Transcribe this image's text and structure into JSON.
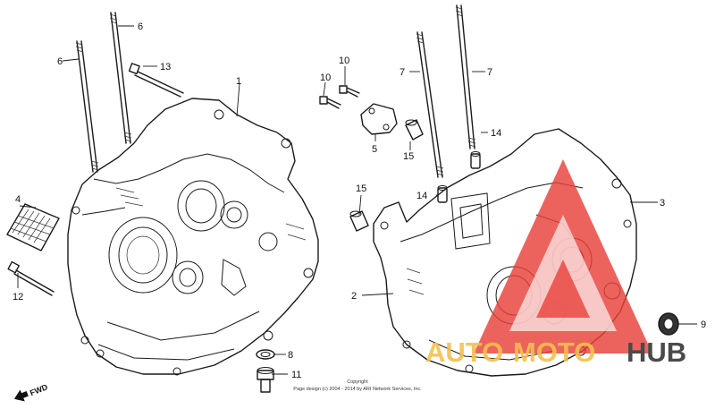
{
  "callouts": {
    "p1": "1",
    "p2": "2",
    "p3": "3",
    "p4": "4",
    "p5": "5",
    "p6a": "6",
    "p6b": "6",
    "p7a": "7",
    "p7b": "7",
    "p8": "8",
    "p9": "9",
    "p10a": "10",
    "p10b": "10",
    "p11": "11",
    "p12": "12",
    "p13": "13",
    "p14a": "14",
    "p14b": "14",
    "p15a": "15",
    "p15b": "15"
  },
  "direction_label": "FWD",
  "copyright": {
    "line1": "Copyright",
    "line2": "Page design (c) 2004 - 2014 by ARI Network Services, Inc."
  },
  "watermark": {
    "auto": "AUTO",
    "moto": "MOTO",
    "hub": "HUB",
    "colors": {
      "yellow": "#f4bf4e",
      "red": "#e8413a",
      "gray": "#4a4a4a"
    }
  }
}
